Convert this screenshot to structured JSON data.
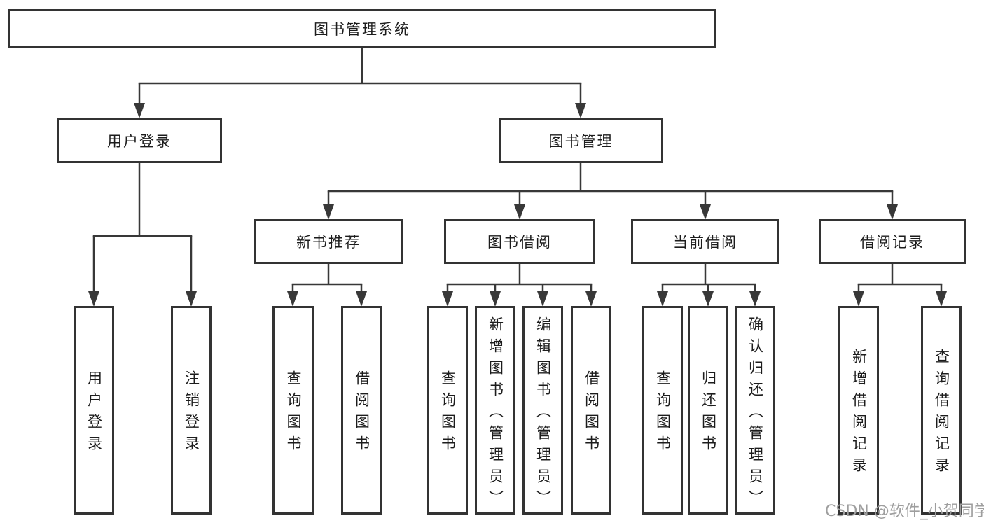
{
  "root": {
    "label": "图书管理系统"
  },
  "branches": {
    "user_login": {
      "label": "用户登录",
      "children": [
        "用户登录",
        "注销登录"
      ]
    },
    "book_management": {
      "label": "图书管理"
    }
  },
  "sections": [
    {
      "label": "新书推荐",
      "children": [
        "查询图书",
        "借阅图书"
      ]
    },
    {
      "label": "图书借阅",
      "children": [
        "查询图书",
        "新增图书（管理员）",
        "编辑图书（管理员）",
        "借阅图书"
      ]
    },
    {
      "label": "当前借阅",
      "children": [
        "查询图书",
        "归还图书",
        "确认归还（管理员）"
      ]
    },
    {
      "label": "借阅记录",
      "children": [
        "新增借阅记录",
        "查询借阅记录"
      ]
    }
  ],
  "watermark": "CSDN @软件_小贺同学",
  "colors": {
    "line": "#383838",
    "border": "#333333",
    "text": "#1c1c1c",
    "watermark_gray": "#9e9e9e",
    "background": "#ffffff"
  }
}
